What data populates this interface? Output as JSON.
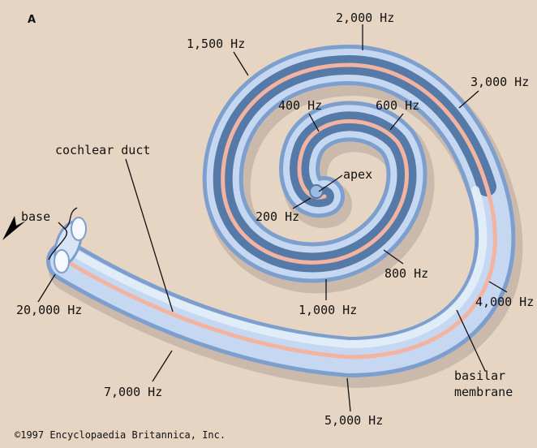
{
  "panel_label": "A",
  "colors": {
    "background": "#e7d5c4",
    "tube_outer": "#86a8d6",
    "tube_inner": "#b9cff0",
    "tube_light": "#dbe8f7",
    "core_dark": "#4f6f98",
    "basilar_membrane": "#f2b5a3",
    "shadow": "#9a8f86",
    "text": "#111111"
  },
  "labels": {
    "hz_2000": "2,000 Hz",
    "hz_1500": "1,500 Hz",
    "hz_3000": "3,000 Hz",
    "hz_400": "400 Hz",
    "hz_600": "600 Hz",
    "cochlear_duct": "cochlear duct",
    "apex": "apex",
    "hz_200": "200 Hz",
    "base": "base",
    "hz_800": "800 Hz",
    "hz_4000": "4,000 Hz",
    "hz_1000": "1,000 Hz",
    "hz_20000": "20,000 Hz",
    "basilar_line1": "basilar",
    "basilar_line2": "membrane",
    "hz_7000": "7,000 Hz",
    "hz_5000": "5,000 Hz"
  },
  "credit": "©1997 Encyclopaedia Britannica, Inc."
}
